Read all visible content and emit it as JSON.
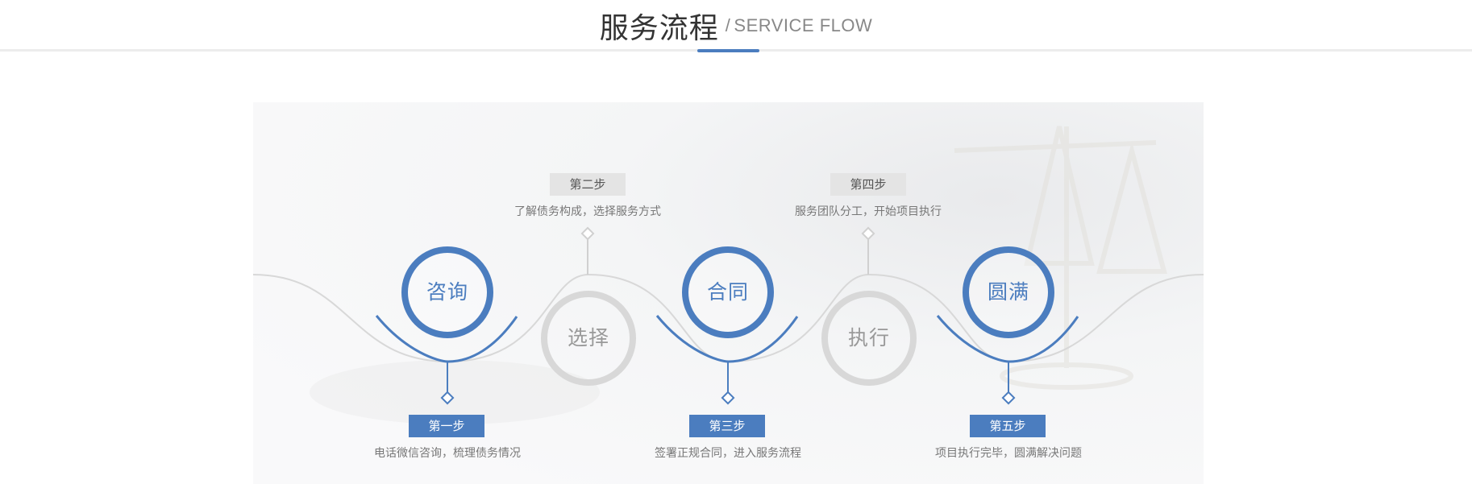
{
  "header": {
    "title": "服务流程",
    "separator": "/",
    "subtitle": "SERVICE FLOW"
  },
  "colors": {
    "accent": "#4b7dbf",
    "inactive": "#d8d8d8",
    "badge_inactive_bg": "#e4e4e4",
    "desc_text": "#777777"
  },
  "steps": [
    {
      "circle": "咨询",
      "badge": "第一步",
      "desc": "电话微信咨询，梳理债务情况"
    },
    {
      "circle": "选择",
      "badge": "第二步",
      "desc": "了解债务构成，选择服务方式"
    },
    {
      "circle": "合同",
      "badge": "第三步",
      "desc": "签署正规合同，进入服务流程"
    },
    {
      "circle": "执行",
      "badge": "第四步",
      "desc": "服务团队分工，开始项目执行"
    },
    {
      "circle": "圆满",
      "badge": "第五步",
      "desc": "项目执行完毕，圆满解决问题"
    }
  ]
}
